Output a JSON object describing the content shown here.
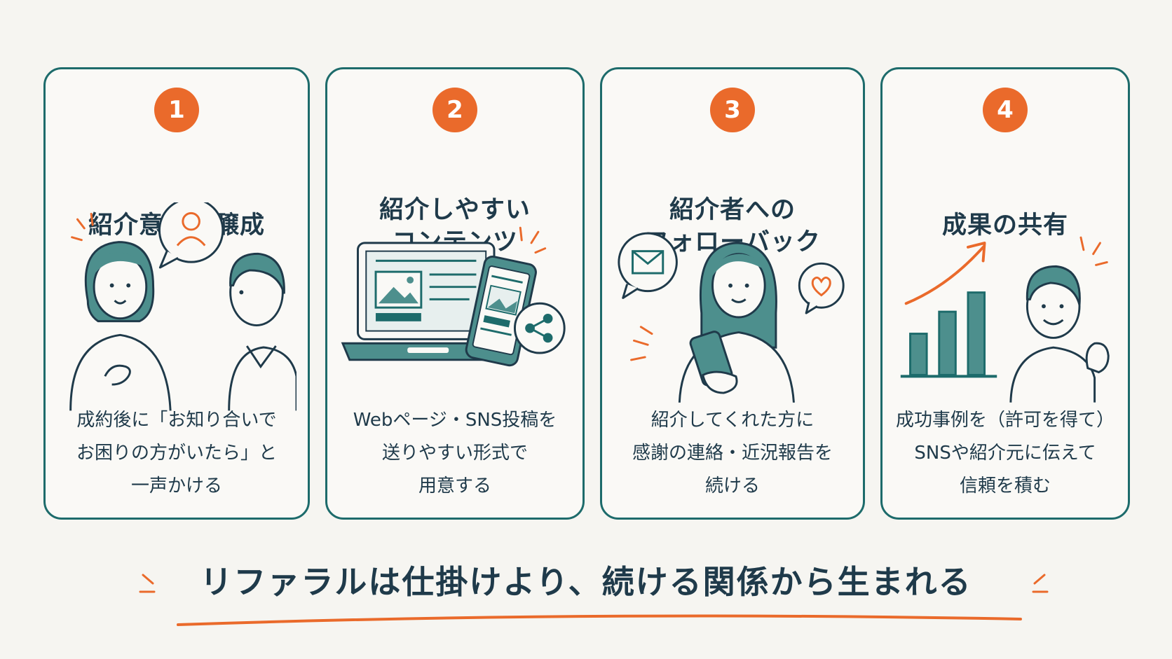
{
  "steps": [
    {
      "number": "1",
      "title_lines": [
        "紹介意識の醸成"
      ],
      "desc_lines": [
        "成約後に「お知り合いで",
        "お困りの方がいたら」と",
        "一声かける"
      ]
    },
    {
      "number": "2",
      "title_lines": [
        "紹介しやすい",
        "コンテンツ"
      ],
      "desc_lines": [
        "Webページ・SNS投稿を",
        "送りやすい形式で",
        "用意する"
      ]
    },
    {
      "number": "3",
      "title_lines": [
        "紹介者への",
        "フォローバック"
      ],
      "desc_lines": [
        "紹介してくれた方に",
        "感謝の連絡・近況報告を",
        "続ける"
      ]
    },
    {
      "number": "4",
      "title_lines": [
        "成果の共有"
      ],
      "desc_lines": [
        "成功事例を（許可を得て）",
        "SNSや紹介元に伝えて",
        "信頼を積む"
      ]
    }
  ],
  "tagline": "リファラルは仕掛けより、続ける関係から生まれる",
  "colors": {
    "teal": "#1d6b6b",
    "teal_light": "#4d8f8d",
    "orange": "#ea6a2b",
    "text": "#1f3a4a",
    "background": "#f6f5f1"
  },
  "icons": {
    "step1": [
      "person-speech-icon",
      "woman-icon",
      "man-icon"
    ],
    "step2": [
      "laptop-icon",
      "smartphone-icon",
      "share-icon"
    ],
    "step3": [
      "mail-speech-icon",
      "woman-phone-icon",
      "heart-speech-icon"
    ],
    "step4": [
      "bar-chart-icon",
      "growth-arrow-icon",
      "man-fist-icon"
    ]
  }
}
